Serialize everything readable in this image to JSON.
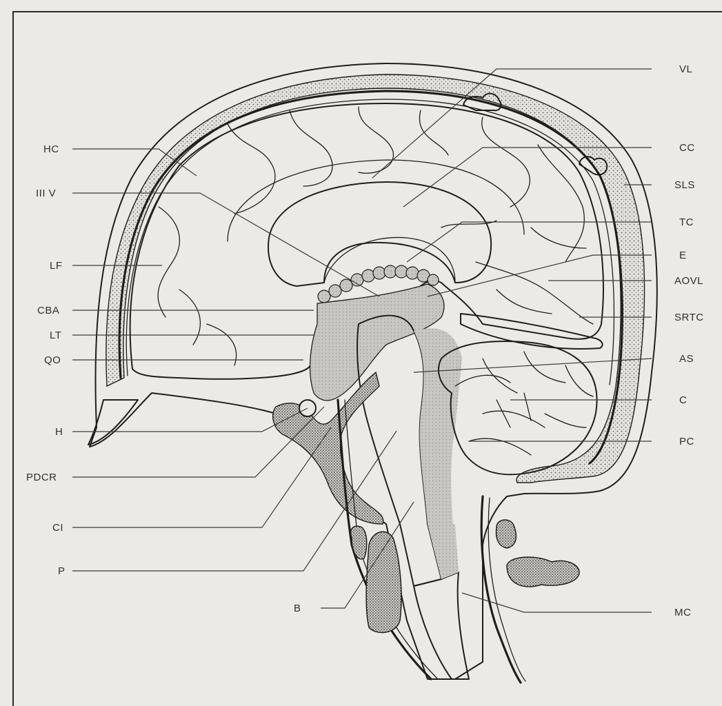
{
  "labels": {
    "left": [
      {
        "id": "hc",
        "text": "HC"
      },
      {
        "id": "iiiv",
        "text": "III V"
      },
      {
        "id": "lf",
        "text": "LF"
      },
      {
        "id": "cba",
        "text": "CBA"
      },
      {
        "id": "lt",
        "text": "LT"
      },
      {
        "id": "qo",
        "text": "QO"
      },
      {
        "id": "h",
        "text": "H"
      },
      {
        "id": "pdcr",
        "text": "PDCR"
      },
      {
        "id": "ci",
        "text": "CI"
      },
      {
        "id": "p",
        "text": "P"
      }
    ],
    "right": [
      {
        "id": "vl",
        "text": "VL"
      },
      {
        "id": "cc",
        "text": "CC"
      },
      {
        "id": "sls",
        "text": "SLS"
      },
      {
        "id": "tc",
        "text": "TC"
      },
      {
        "id": "e",
        "text": "E"
      },
      {
        "id": "aovl",
        "text": "AOVL"
      },
      {
        "id": "srtc",
        "text": "SRTC"
      },
      {
        "id": "as",
        "text": "AS"
      },
      {
        "id": "c",
        "text": "C"
      },
      {
        "id": "pc",
        "text": "PC"
      },
      {
        "id": "mc",
        "text": "MC"
      }
    ],
    "bottom": [
      {
        "id": "b",
        "text": "B"
      }
    ]
  },
  "colors": {
    "background": "#eceae4",
    "ink": "#1e1e1e",
    "shade": "#b9b7b1"
  }
}
